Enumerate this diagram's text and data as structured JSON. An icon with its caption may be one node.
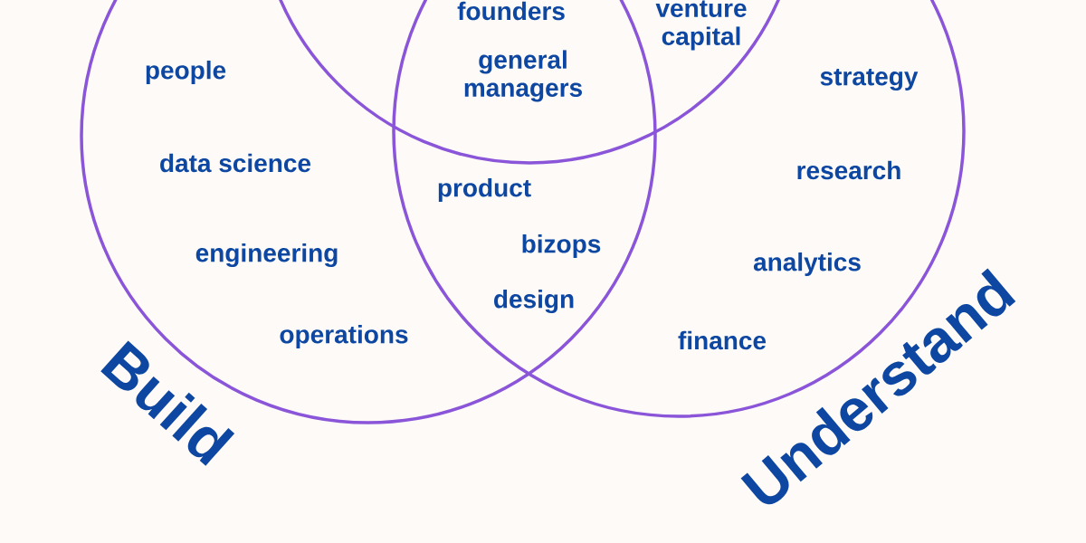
{
  "diagram": {
    "nodes": [
      {
        "text": [
          "Build"
        ]
      },
      {
        "text": [
          "Understand"
        ]
      },
      {
        "text": [],
        "shape": "circle"
      }
    ],
    "labels": [
      "founders",
      "venture capital",
      "general managers",
      "people",
      "strategy",
      "data science",
      "research",
      "product",
      "engineering",
      "bizops",
      "analytics",
      "design",
      "operations",
      "finance"
    ]
  }
}
